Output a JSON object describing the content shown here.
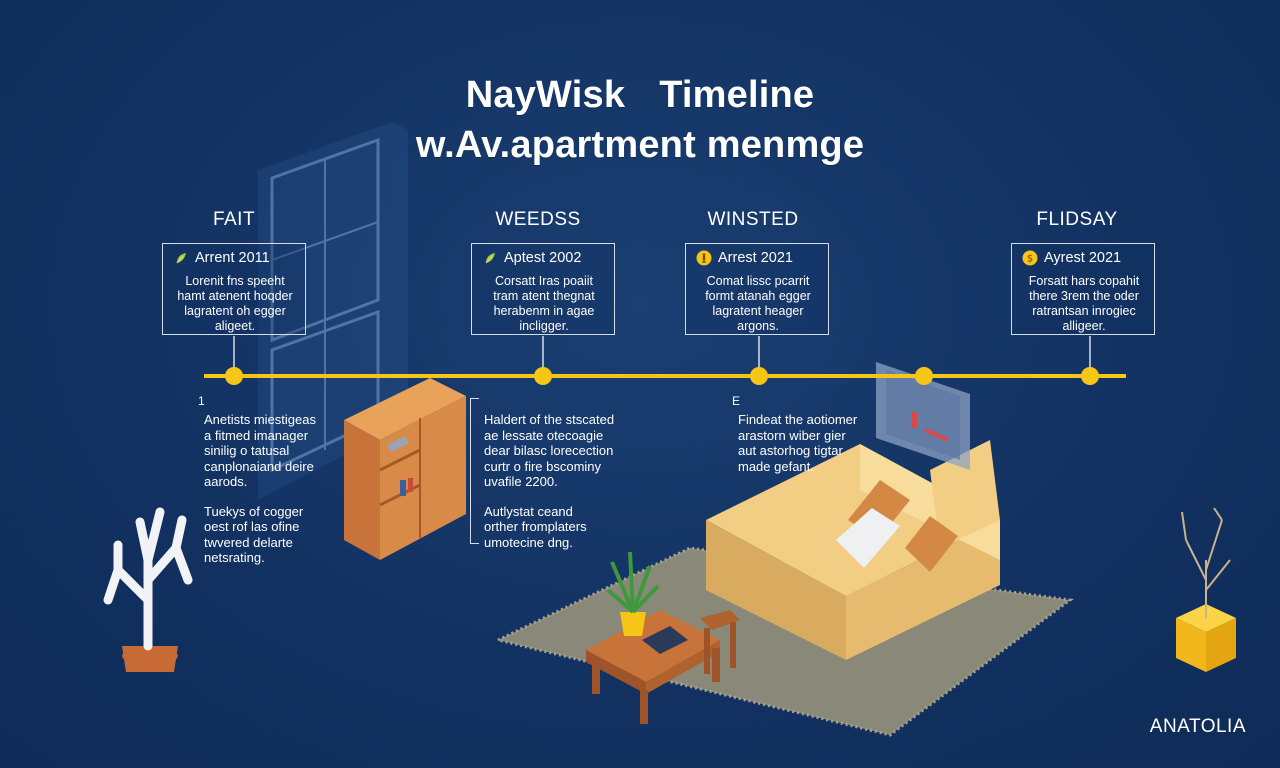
{
  "title": {
    "word1": "NayWisk",
    "word2": "Timeline",
    "line2": "w.Av.apartment menmge"
  },
  "colors": {
    "background": "#123262",
    "timeline": "#f5c518",
    "card_border": "#d7dde8",
    "text": "#ffffff"
  },
  "phases": [
    {
      "label": "FAIT",
      "date": "Arrent 2011",
      "icon": "leaf-icon",
      "body": [
        "Lorenit fns speeht",
        "hamt atenent hoqder",
        "lagratent oh egger",
        "aligeet."
      ]
    },
    {
      "label": "WEEDSS",
      "date": "Aptest 2002",
      "icon": "leaf-icon",
      "body": [
        "Corsatt Iras poaiit",
        "tram atent thegnat",
        "herabenm in agae",
        "incligger."
      ]
    },
    {
      "label": "WINSTED",
      "date": "Arrest 2021",
      "icon": "bulb-icon",
      "body": [
        "Comat lissc pcarrit",
        "formt atanah egger",
        "lagratent heager",
        "argons."
      ]
    },
    {
      "label": "FLIDSAY",
      "date": "Ayrest 2021",
      "icon": "coin-icon",
      "body": [
        "Forsatt hars copahit",
        "there 3rem the oder",
        "ratrantsan inrogiec",
        "alligeer."
      ]
    }
  ],
  "notes": {
    "left_marker": "1",
    "left_p1": [
      "Anetists miestigeas",
      "a fitmed imanager",
      "sinilig o tatusal",
      "canplonaiand deire",
      "aarods."
    ],
    "left_p2": [
      "Tuekys of cogger",
      "oest rof las ofine",
      "twvered delarte",
      "netsrating."
    ],
    "middle_p1": [
      "Haldert of the stscated",
      "ae lessate otecoagie",
      "dear bilasc lorecection",
      "curtr o fire bscominy",
      "uvafile 2200."
    ],
    "middle_p2": [
      "Autlystat ceand",
      "orther fromplaters",
      "umotecine dng."
    ],
    "right_marker": "E",
    "right_p1": [
      "Findeat the aotiomer",
      "arastorn wiber gier",
      "aut astorhog tigtar",
      "made gefant."
    ]
  },
  "brand": "ANATOLIA"
}
